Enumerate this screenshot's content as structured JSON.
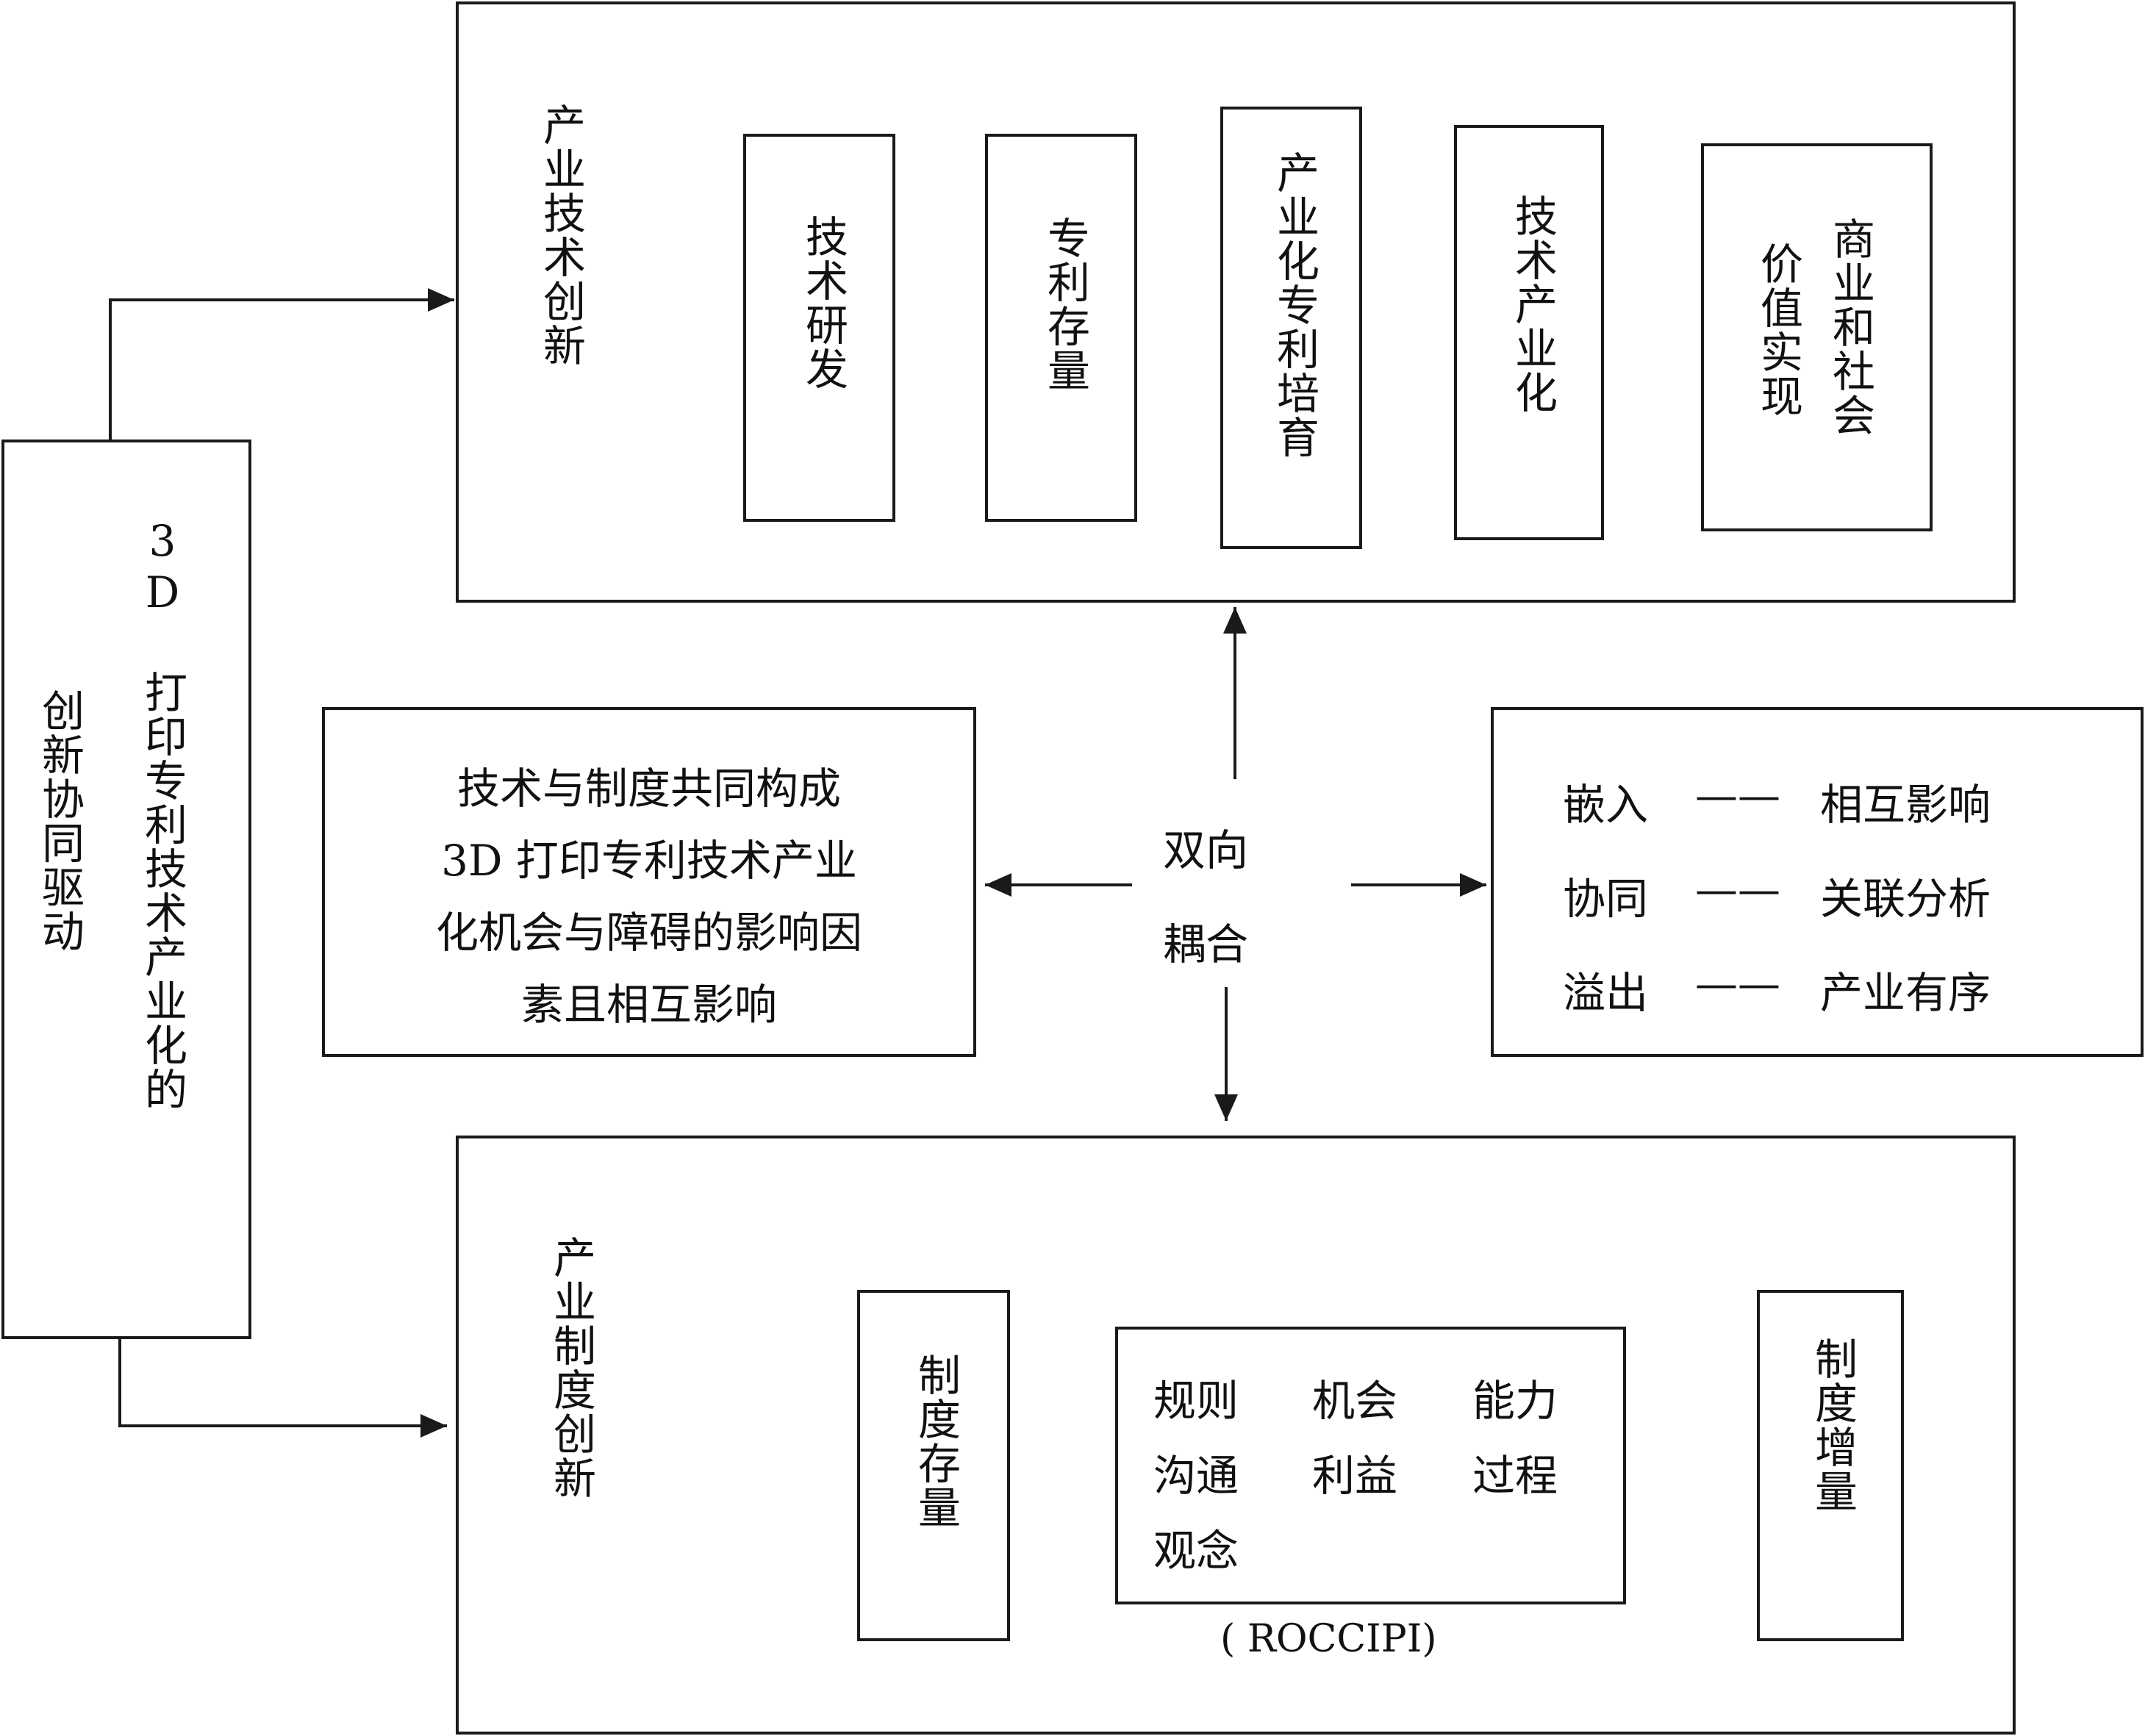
{
  "left_driver": {
    "col1": "3D 打印专利技术产业化的",
    "col2": "创新协同驱动"
  },
  "tech_section": {
    "title": "产业技术创新",
    "steps": [
      "技术研发",
      "专利存量",
      "产业化专利培育",
      "技术产业化"
    ],
    "last_col1": "商业和社会",
    "last_col2": "价值实现"
  },
  "coupling": {
    "line1": "双向",
    "line2": "耦合"
  },
  "influence_box": {
    "lines": [
      "技术与制度共同构成",
      "3D 打印专利技术产业",
      "化机会与障碍的影响因",
      "素且相互影响"
    ]
  },
  "relations_box": {
    "rows": [
      {
        "term": "嵌入",
        "dash": "——",
        "result": "相互影响"
      },
      {
        "term": "协同",
        "dash": "——",
        "result": "关联分析"
      },
      {
        "term": "溢出",
        "dash": "——",
        "result": "产业有序"
      }
    ]
  },
  "institution_section": {
    "title": "产业制度创新",
    "stock": "制度存量",
    "factors": [
      [
        "规则",
        "机会",
        "能力"
      ],
      [
        "沟通",
        "利益",
        "过程"
      ],
      [
        "观念"
      ]
    ],
    "factors_caption": "( ROCCIPI)",
    "increment": "制度增量"
  }
}
